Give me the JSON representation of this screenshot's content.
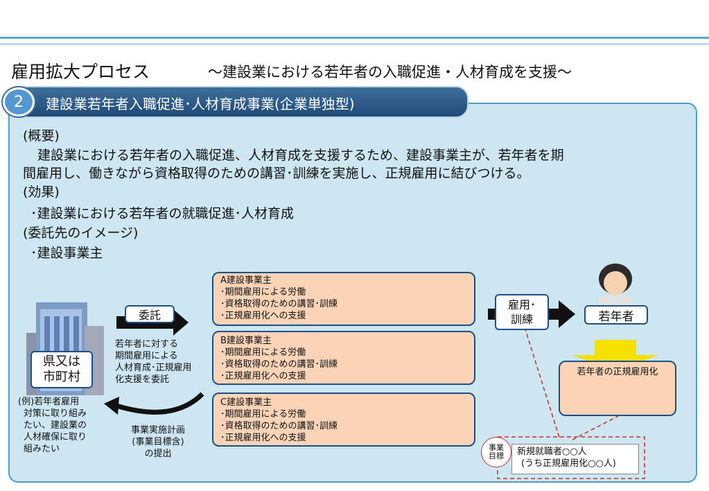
{
  "header": {
    "title": "雇用拡大プロセス",
    "subtitle": "～建設業における若年者の入職促進・人材育成を支援～"
  },
  "section": {
    "number": "2",
    "label": "建設業若年者入職促進･人材育成事業(企業単独型)"
  },
  "overview": {
    "heading": "(概要)",
    "line1": "建設業における若年者の入職促進、人材育成を支援するため、建設事業主が、若年者を期",
    "line2": "間雇用し、働きながら資格取得のための講習･訓練を実施し、正規雇用に結びつける。"
  },
  "effect": {
    "heading": "(効果)",
    "item": "･建設業における若年者の就職促進･人材育成"
  },
  "contractor": {
    "heading": "(委託先のイメージ)",
    "item": "･建設事業主"
  },
  "diagram": {
    "government": {
      "line1": "県又は",
      "line2": "市町村"
    },
    "government_note": [
      "(例)若年者雇用",
      "対策に取り組み",
      "たい、建設業の",
      "人材確保に取り",
      "組みたい"
    ],
    "commission_label": "委託",
    "commission_note": [
      "若年者に対する",
      "期間雇用による",
      "人材育成･正規雇用",
      "化支援を委託"
    ],
    "plan_note": [
      "事業実施計画",
      "(事業目標含)",
      "の提出"
    ],
    "employers": [
      {
        "title": "A建設事業主",
        "items": [
          "･期間雇用による労働",
          "･資格取得のための講習･訓練",
          "･正規雇用化への支援"
        ]
      },
      {
        "title": "B建設事業主",
        "items": [
          "･期間雇用による労働",
          "･資格取得のための講習･訓練",
          "･正規雇用化への支援"
        ]
      },
      {
        "title": "C建設事業主",
        "items": [
          "･期間雇用による労働",
          "･資格取得のための講習･訓練",
          "･正規雇用化への支援"
        ]
      }
    ],
    "employment_training": {
      "line1": "雇用･",
      "line2": "訓練"
    },
    "youth": "若年者",
    "regular_employment": "若年者の正規雇用化",
    "target": {
      "badge_line1": "事業",
      "badge_line2": "目標",
      "line1": "新規就職者○○人",
      "line2": "(うち正規雇用化○○人)"
    }
  }
}
